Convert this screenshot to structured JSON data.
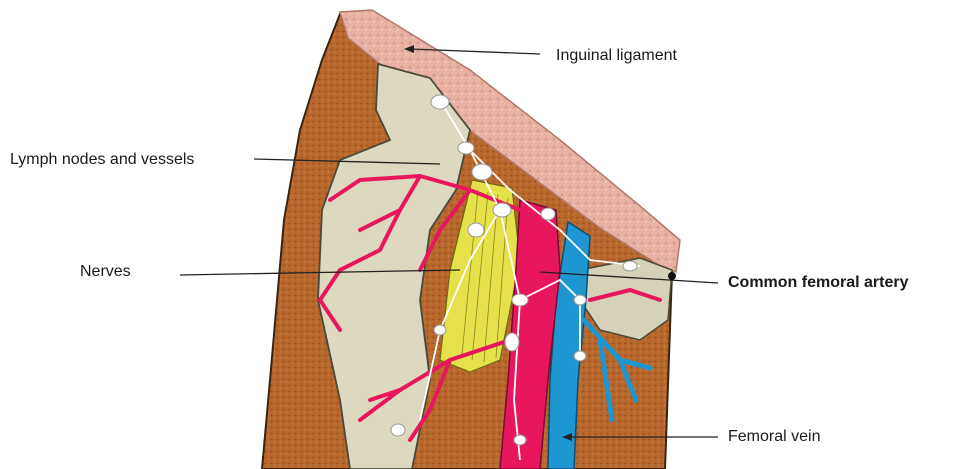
{
  "figure": {
    "labels": {
      "inguinal_ligament": "Inguinal ligament",
      "lymph_nodes": "Lymph nodes and vessels",
      "nerves": "Nerves",
      "common_femoral_artery": "Common femoral artery",
      "femoral_vein": "Femoral vein"
    }
  },
  "colors": {
    "muscle": "#b8672d",
    "muscle_dark": "#8a4a1c",
    "ligament": "#e9b1a4",
    "bone": "#ddd8c0",
    "artery": "#e8175d",
    "vein": "#1e96d2",
    "nerve": "#e5e14a",
    "lymph": "#ffffff",
    "leader": "#222222"
  }
}
